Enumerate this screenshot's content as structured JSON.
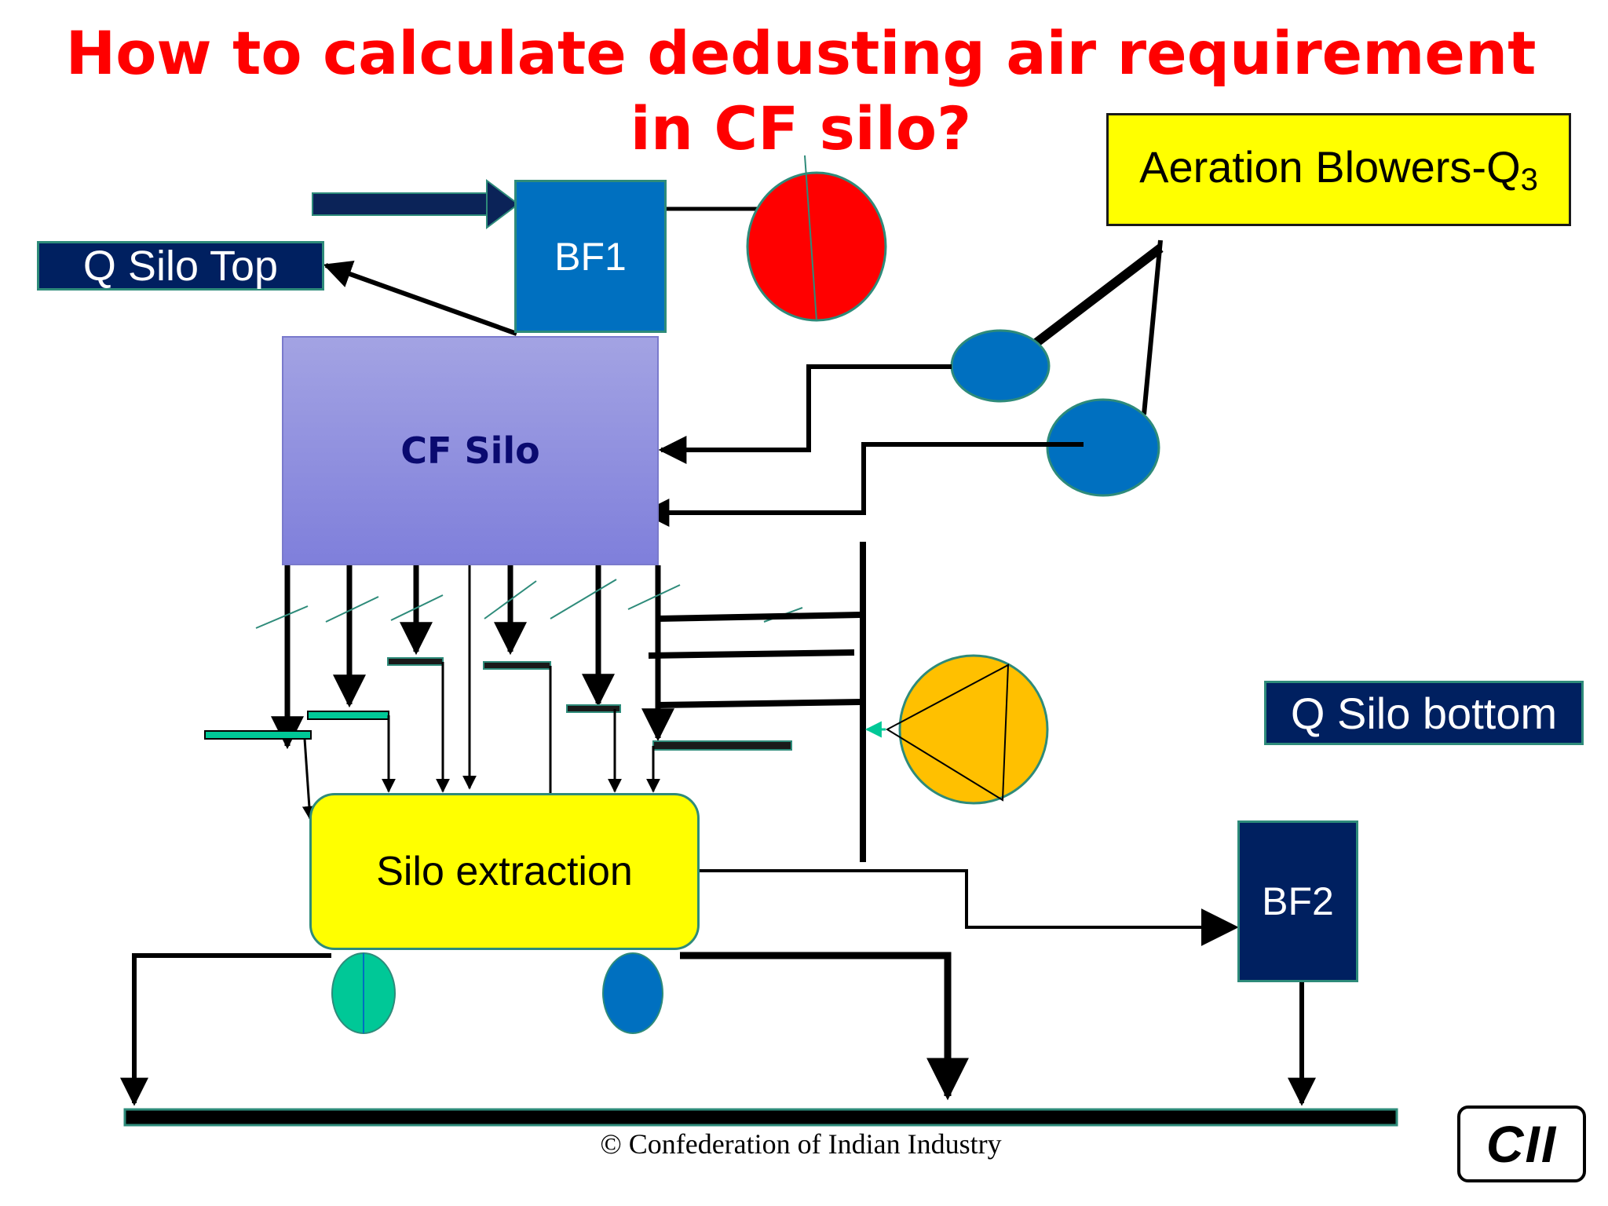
{
  "title": "How to calculate dedusting air requirement in CF silo?",
  "labels": {
    "q_silo_top": "Q Silo Top",
    "q_silo_bottom": "Q Silo bottom",
    "aeration_blowers": "Aeration Blowers-Q",
    "aeration_subscript": "3",
    "bf1": "BF1",
    "bf2": "BF2",
    "cf_silo": "CF Silo",
    "silo_extraction": "Silo extraction"
  },
  "footer": {
    "copyright": "© Confederation of Indian Industry",
    "logo": "CII"
  },
  "colors": {
    "title": "#ff0000",
    "navy": "#002060",
    "blue": "#0070c0",
    "yellow": "#ffff00",
    "teal": "#00c897",
    "orange": "#ffc000",
    "red": "#ff0000",
    "silo": "#8f8fe0"
  }
}
